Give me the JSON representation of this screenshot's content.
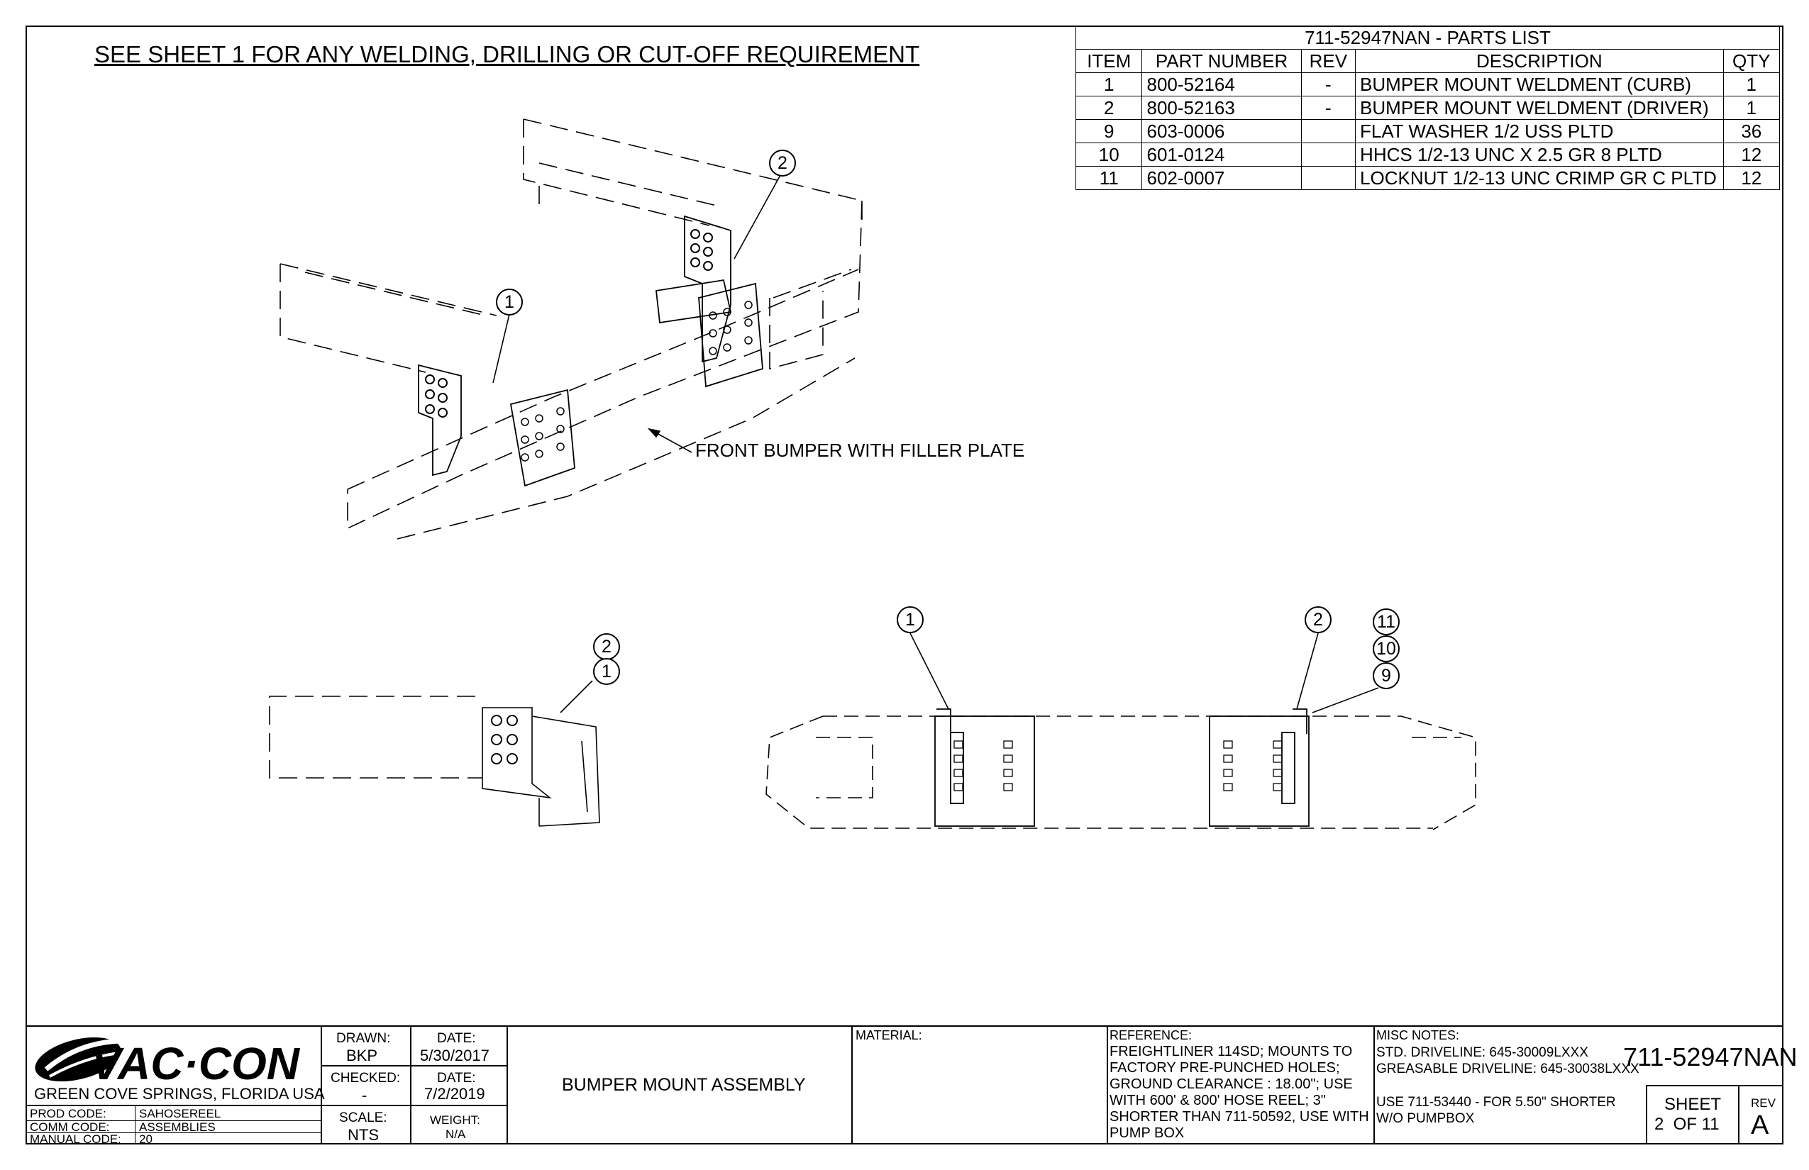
{
  "general_note": "SEE SHEET 1 FOR ANY WELDING, DRILLING OR CUT-OFF REQUIREMENT",
  "parts_list": {
    "title": "711-52947NAN - PARTS LIST",
    "headers": [
      "ITEM",
      "PART NUMBER",
      "REV",
      "DESCRIPTION",
      "QTY"
    ],
    "rows": [
      [
        "1",
        "800-52164",
        "-",
        "BUMPER MOUNT WELDMENT (CURB)",
        "1"
      ],
      [
        "2",
        "800-52163",
        "-",
        "BUMPER MOUNT WELDMENT (DRIVER)",
        "1"
      ],
      [
        "9",
        "603-0006",
        "",
        "FLAT WASHER 1/2 USS PLTD",
        "36"
      ],
      [
        "10",
        "601-0124",
        "",
        "HHCS 1/2-13 UNC X 2.5 GR 8 PLTD",
        "12"
      ],
      [
        "11",
        "602-0007",
        "",
        "LOCKNUT 1/2-13 UNC CRIMP GR C PLTD",
        "12"
      ]
    ]
  },
  "drawing": {
    "bumper_label": "FRONT BUMPER WITH FILLER PLATE",
    "callouts": {
      "iso_1": "1",
      "iso_2": "2",
      "side_2": "2",
      "side_1": "1",
      "front_1": "1",
      "front_2": "2",
      "front_11": "11",
      "front_10": "10",
      "front_9": "9"
    }
  },
  "title_block": {
    "company": "VAC·CON",
    "location": "GREEN COVE SPRINGS, FLORIDA USA",
    "prod_code_label": "PROD CODE:",
    "prod_code": "SAHOSEREEL",
    "comm_code_label": "COMM CODE:",
    "comm_code": "ASSEMBLIES",
    "manual_code_label": "MANUAL CODE:",
    "manual_code": "20",
    "drawn_label": "DRAWN:",
    "drawn": "BKP",
    "drawn_date_label": "DATE:",
    "drawn_date": "5/30/2017",
    "checked_label": "CHECKED:",
    "checked": "-",
    "checked_date_label": "DATE:",
    "checked_date": "7/2/2019",
    "scale_label": "SCALE:",
    "scale": "NTS",
    "weight_label": "WEIGHT:",
    "weight": "N/A",
    "title": "BUMPER MOUNT ASSEMBLY",
    "material_label": "MATERIAL:",
    "reference_label": "REFERENCE:",
    "reference_lines": [
      "FREIGHTLINER 114SD; MOUNTS TO",
      "FACTORY PRE-PUNCHED HOLES;",
      "GROUND CLEARANCE : 18.00\"; USE",
      "WITH 600' & 800' HOSE REEL; 3\"",
      "SHORTER THAN 711-50592, USE WITH",
      "PUMP BOX"
    ],
    "misc_notes_label": "MISC NOTES:",
    "misc_lines": [
      "STD. DRIVELINE: 645-30009LXXX",
      "GREASABLE DRIVELINE: 645-30038LXXX",
      "",
      "USE 711-53440 - FOR 5.50\" SHORTER",
      "W/O PUMPBOX"
    ],
    "drawing_number": "711-52947NAN",
    "sheet_label": "SHEET",
    "sheet": "2  OF 11",
    "rev_label": "REV",
    "rev": "A"
  }
}
